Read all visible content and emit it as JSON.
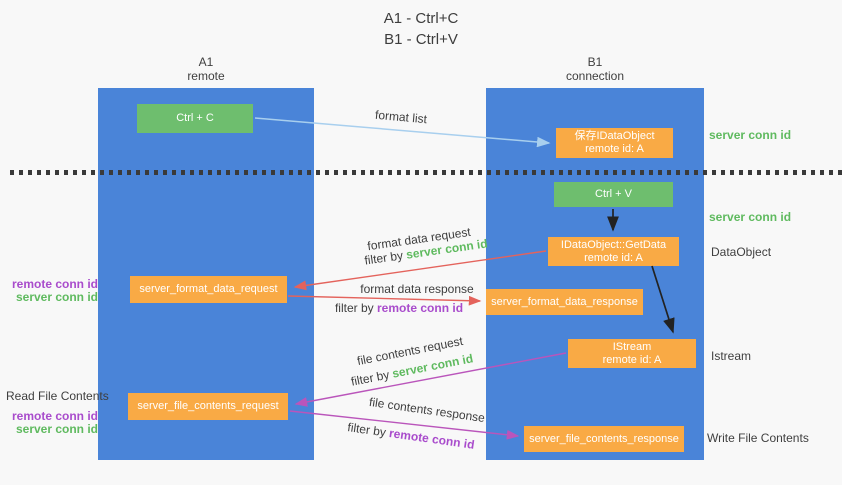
{
  "title": {
    "line1": "A1 - Ctrl+C",
    "line2": "B1 - Ctrl+V"
  },
  "lanes": {
    "a": {
      "name": "A1",
      "subtitle": "remote"
    },
    "b": {
      "name": "B1",
      "subtitle": "connection"
    }
  },
  "nodes": {
    "ctrl_c": {
      "label": "Ctrl + C"
    },
    "ctrl_v": {
      "label": "Ctrl + V"
    },
    "save_dataobject": {
      "line1": "保存IDataObject",
      "line2": "remote id: A"
    },
    "getdata": {
      "line1": "IDataObject::GetData",
      "line2": "remote id: A"
    },
    "istream": {
      "line1": "IStream",
      "line2": "remote id: A"
    },
    "format_request": {
      "label": "server_format_data_request"
    },
    "format_response": {
      "label": "server_format_data_response"
    },
    "file_request": {
      "label": "server_file_contents_request"
    },
    "file_response": {
      "label": "server_file_contents_response"
    }
  },
  "edges": {
    "format_list": {
      "label": "format list"
    },
    "format_data_request": {
      "label": "format data request",
      "filter_prefix": "filter by",
      "filter_key": "server conn id"
    },
    "format_data_response": {
      "label": "format data response",
      "filter_prefix": "filter by",
      "filter_key": "remote conn id"
    },
    "file_contents_request": {
      "label": "file contents request",
      "filter_prefix": "filter by",
      "filter_key": "server conn id"
    },
    "file_contents_response": {
      "label": "file contents response",
      "filter_prefix": "filter by",
      "filter_key": "remote conn id"
    }
  },
  "side_labels": {
    "right_server_conn_top": "server conn id",
    "right_server_conn_mid": "server conn id",
    "right_dataobject": "DataObject",
    "right_istream": "Istream",
    "right_write_file": "Write File Contents",
    "left_remote_conn_top": "remote conn id",
    "left_server_conn_top": "server conn id",
    "left_read_file": "Read File Contents",
    "left_remote_conn_bottom": "remote conn id",
    "left_server_conn_bottom": "server conn id"
  },
  "colors": {
    "lane_blue": "#4a84d8",
    "box_green": "#6ebe6e",
    "box_orange": "#f9aa45",
    "arrow_blue": "#a8cfee",
    "arrow_red": "#e4635c",
    "arrow_magenta": "#ba55bb",
    "arrow_black": "#222222",
    "label_green": "#5fba5f",
    "label_purple": "#a94ccc"
  }
}
